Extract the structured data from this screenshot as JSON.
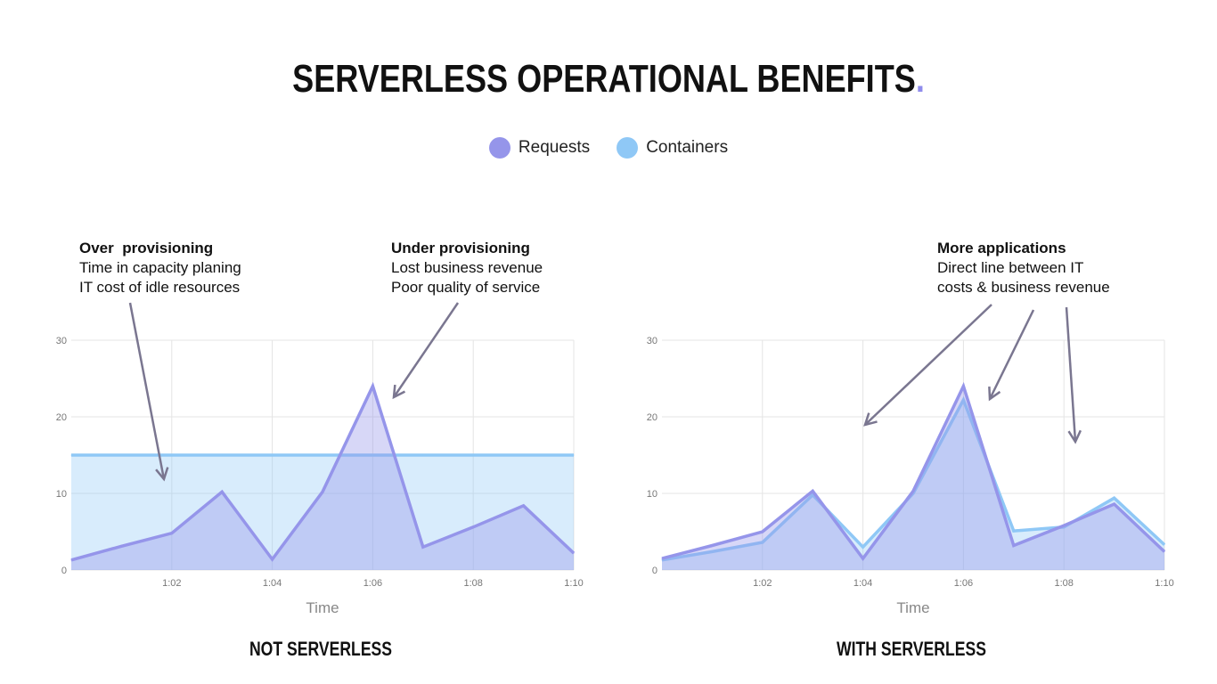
{
  "page": {
    "title": "SERVERLESS OPERATIONAL BENEFITS",
    "title_dot": "."
  },
  "legend": [
    {
      "label": "Requests",
      "color": "#9595ea"
    },
    {
      "label": "Containers",
      "color": "#8fc8f6"
    }
  ],
  "annotations": {
    "over": {
      "head": "Over  provisioning",
      "line1": "Time in capacity planing",
      "line2": "IT cost of idle resources"
    },
    "under": {
      "head": "Under provisioning",
      "line1": "Lost business revenue",
      "line2": "Poor quality of service"
    },
    "more": {
      "head": "More applications",
      "line1": "Direct line between IT",
      "line2": "costs & business revenue"
    }
  },
  "colors": {
    "requests_line": "#9595ea",
    "requests_fill": "rgba(149,149,234,0.38)",
    "containers_line": "#8fc8f6",
    "containers_fill": "rgba(143,200,246,0.35)",
    "arrow": "#7a7690",
    "grid": "#e4e4e4",
    "tick": "#777777",
    "accent_dot": "#8f8cec"
  },
  "chart_data": [
    {
      "type": "area",
      "caption": "NOT SERVERLESS",
      "xlabel": "Time",
      "x": [
        0,
        1,
        2,
        3,
        4,
        5,
        6,
        7,
        8,
        9,
        10
      ],
      "xtick_labels": [
        "1:02",
        "1:04",
        "1:06",
        "1:08",
        "1:10"
      ],
      "xtick_positions": [
        2,
        4,
        6,
        8,
        10
      ],
      "yticks": [
        0,
        10,
        20,
        30
      ],
      "ylim": [
        0,
        30
      ],
      "grid": true,
      "series": [
        {
          "name": "Requests",
          "values": [
            1.3,
            3.1,
            4.8,
            10.2,
            1.4,
            10.2,
            24.0,
            3.0,
            5.6,
            8.4,
            2.2
          ]
        },
        {
          "name": "Containers",
          "values": [
            15,
            15,
            15,
            15,
            15,
            15,
            15,
            15,
            15,
            15,
            15
          ]
        }
      ]
    },
    {
      "type": "area",
      "caption": "WITH SERVERLESS",
      "xlabel": "Time",
      "x": [
        0,
        1,
        2,
        3,
        4,
        5,
        6,
        7,
        8,
        9,
        10
      ],
      "xtick_labels": [
        "1:02",
        "1:04",
        "1:06",
        "1:08",
        "1:10"
      ],
      "xtick_positions": [
        2,
        4,
        6,
        8,
        10
      ],
      "yticks": [
        0,
        10,
        20,
        30
      ],
      "ylim": [
        0,
        30
      ],
      "grid": true,
      "series": [
        {
          "name": "Requests",
          "values": [
            1.5,
            3.2,
            5.0,
            10.3,
            1.5,
            10.3,
            24.0,
            3.2,
            5.8,
            8.6,
            2.4
          ]
        },
        {
          "name": "Containers",
          "values": [
            1.3,
            2.4,
            3.6,
            9.8,
            3.0,
            10.0,
            22.2,
            5.1,
            5.6,
            9.4,
            3.3
          ]
        }
      ]
    }
  ]
}
